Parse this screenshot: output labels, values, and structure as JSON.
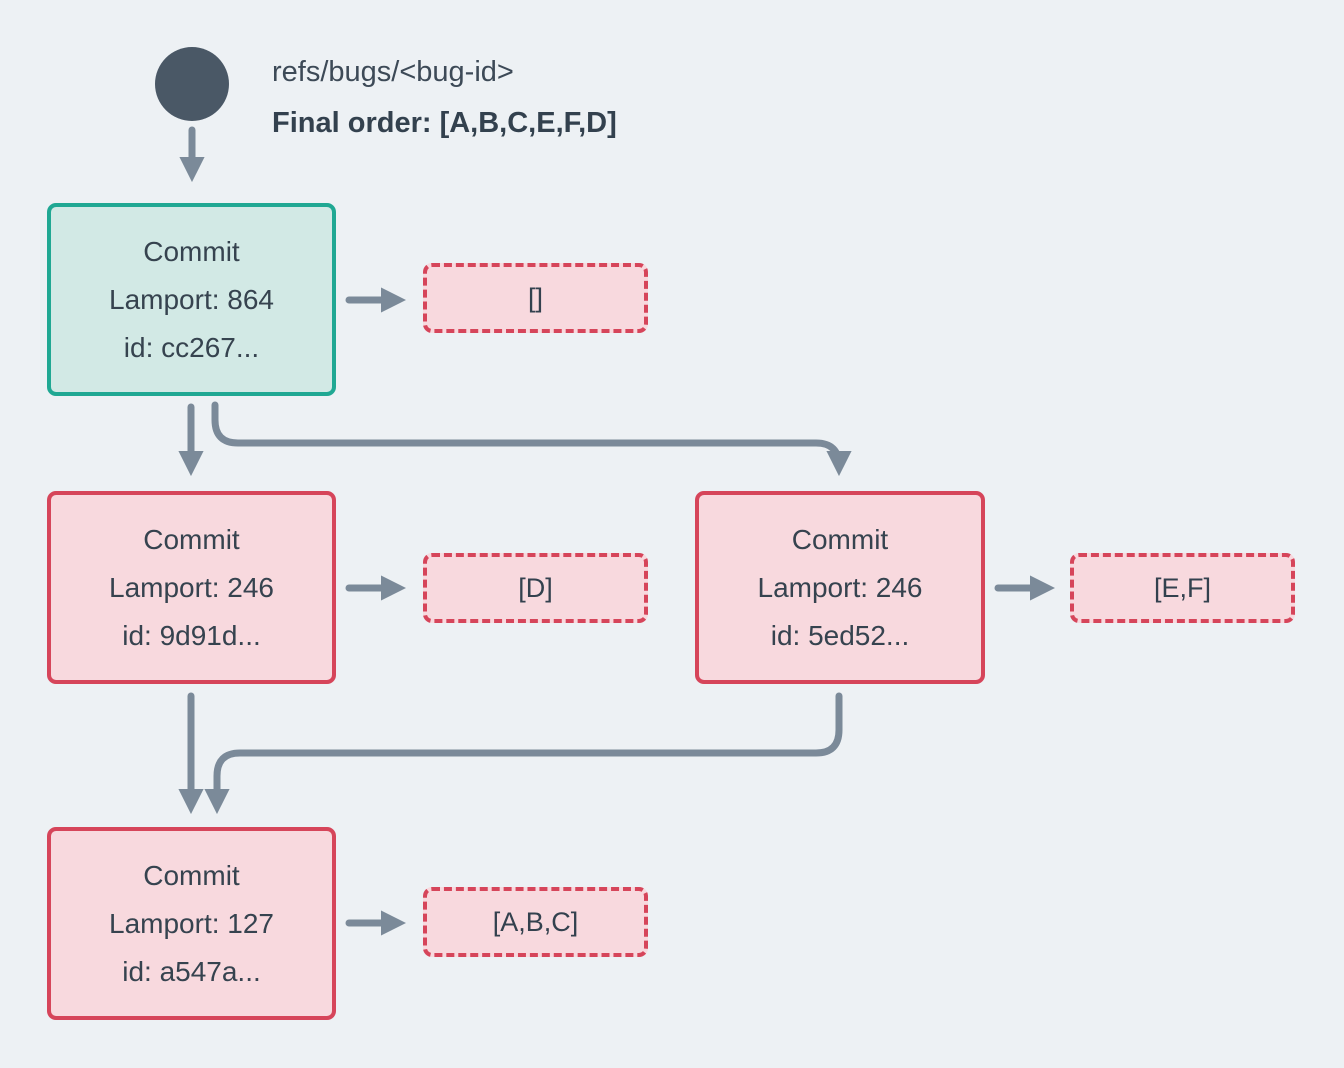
{
  "diagram": {
    "description": "Commit DAG for a bug reference with operation lists",
    "background": "#edf1f4"
  },
  "colors": {
    "ink": "#3a4754",
    "circle": "#4a5866",
    "arrow": "#7b8a99",
    "teal_border": "#20a893",
    "teal_fill": "#d2e9e5",
    "red_border": "#d6455a",
    "pink_fill": "#f8d9de"
  },
  "ref": {
    "label": "refs/bugs/<bug-id>",
    "final_order": "Final order: [A,B,C,E,F,D]"
  },
  "commits": [
    {
      "title": "Commit",
      "lamport": "Lamport: 864",
      "hash": "id: cc267...",
      "variant": "teal",
      "operations": "[]"
    },
    {
      "title": "Commit",
      "lamport": "Lamport: 246",
      "hash": "id: 9d91d...",
      "variant": "pink",
      "operations": "[D]"
    },
    {
      "title": "Commit",
      "lamport": "Lamport: 246",
      "hash": "id: 5ed52...",
      "variant": "pink",
      "operations": "[E,F]"
    },
    {
      "title": "Commit",
      "lamport": "Lamport: 127",
      "hash": "id: a547a...",
      "variant": "pink",
      "operations": "[A,B,C]"
    }
  ]
}
